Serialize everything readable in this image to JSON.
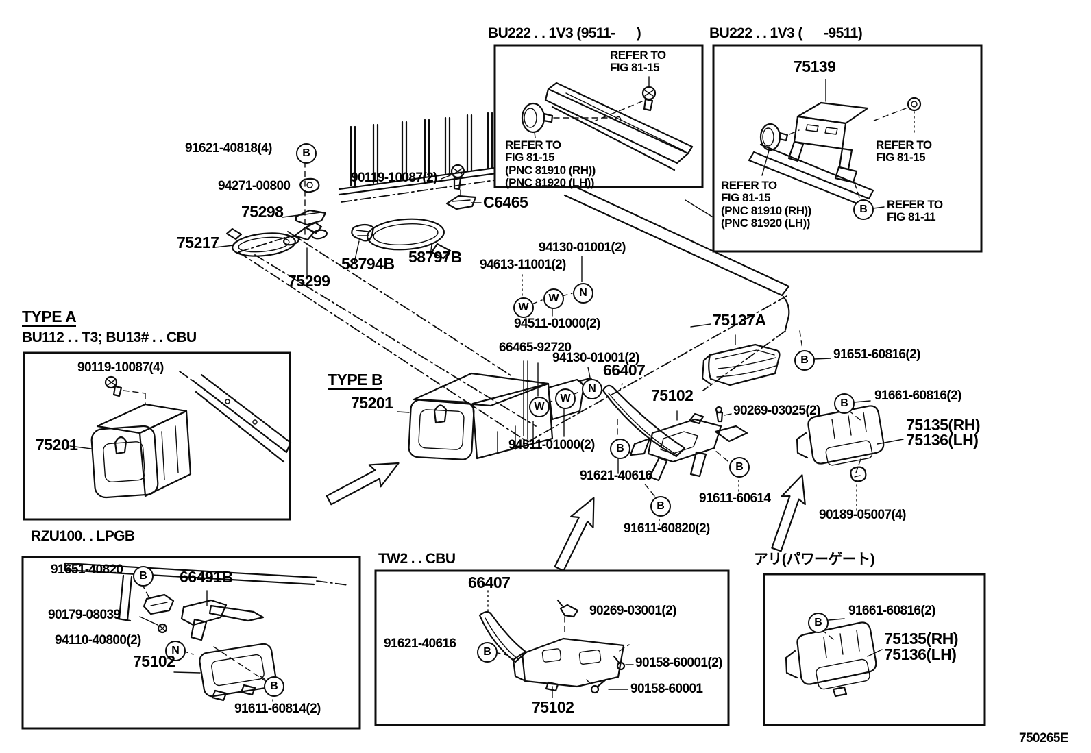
{
  "page": {
    "code": "750265E"
  },
  "sym": {
    "B": "B",
    "W": "W",
    "N": "N"
  },
  "titles": {
    "bu222_new": "BU222 . . 1V3 (9511-      )",
    "bu222_old": "BU222 . . 1V3 (      -9511)",
    "type_a": "TYPE A",
    "type_a_models": "BU112 . . T3; BU13# . . CBU",
    "type_b": "TYPE B",
    "rzu": "RZU100. . LPGB",
    "tw2": "TW2 . . CBU",
    "pgate": "アリ(パワーゲート)"
  },
  "refer": {
    "fig8115": "REFER TO\nFIG 81-15",
    "fig8115_pnc": "REFER TO\nFIG 81-15\n(PNC 81910 (RH))\n(PNC 81920 (LH))",
    "fig8111": "REFER TO\nFIG 81-11"
  },
  "parts": {
    "p91621_40818": "91621-40818(4)",
    "p94271": "94271-00800",
    "p90119_2": "90119-10087(2)",
    "p90119_4": "90119-10087(4)",
    "p75298": "75298",
    "pC6465": "C6465",
    "p75217": "75217",
    "p58794B": "58794B",
    "p58797B": "58797B",
    "p75299": "75299",
    "p94130": "94130-01001(2)",
    "p94613": "94613-11001(2)",
    "p94511": "94511-01000(2)",
    "p66465": "66465-92720",
    "p66407": "66407",
    "p75201": "75201",
    "p75102": "75102",
    "p75137A": "75137A",
    "p75139": "75139",
    "p91651_60816": "91651-60816(2)",
    "p91661_60816": "91661-60816(2)",
    "p90269_03025": "90269-03025(2)",
    "p75135": "75135(RH)",
    "p75136": "75136(LH)",
    "p91621_40616": "91621-40616",
    "p91611_60614": "91611-60614",
    "p91611_60820": "91611-60820(2)",
    "p90189": "90189-05007(4)",
    "p91651_40820": "91651-40820",
    "p66491B": "66491B",
    "p90179": "90179-08039",
    "p94110": "94110-40800(2)",
    "p91611_60814": "91611-60814(2)",
    "p90269_03001": "90269-03001(2)",
    "p90158_2": "90158-60001(2)",
    "p90158": "90158-60001"
  }
}
